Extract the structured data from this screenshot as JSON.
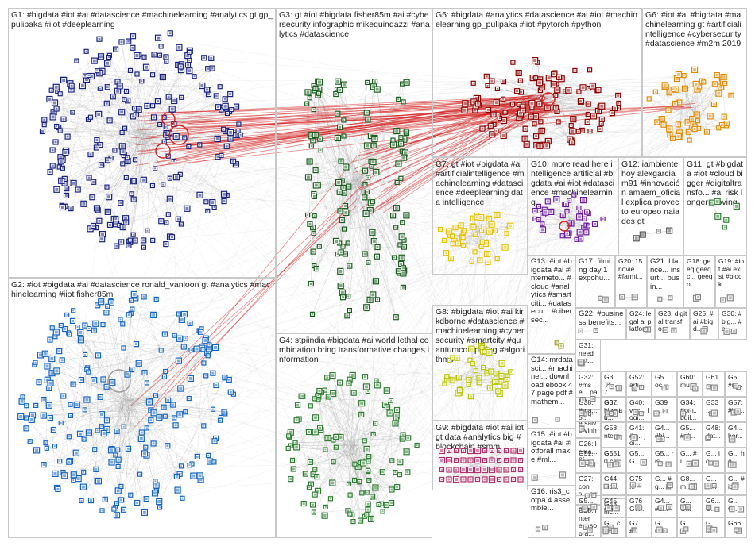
{
  "graph": {
    "background": "#ffffff",
    "edge_colors": {
      "intra": "#9a9a9a",
      "inter": "#d42020"
    },
    "groups": [
      {
        "id": "G1",
        "label": "G1: #bigdata #iot #ai #datascience #machinelearning #analytics gt gp_pulipaka #iiot #deeplearning",
        "color": "#1a237e",
        "density": 260
      },
      {
        "id": "G2",
        "label": "G2: #iot #bigdata #ai #datascience ronald_vanloon gt #analytics #machinelearning #iiot fisher85m",
        "color": "#1565c0",
        "density": 240
      },
      {
        "id": "G3",
        "label": "G3: gt #iot #bigdata fisher85m #ai #cybersecurity infographic mikequindazzi #analytics #datascience",
        "color": "#1b5e20",
        "density": 150
      },
      {
        "id": "G4",
        "label": "G4: stpiindia #bigdata #ai world lethal combination bring transformative changes information",
        "color": "#2e7d32",
        "density": 130
      },
      {
        "id": "G5",
        "label": "G5: #bigdata #analytics #datascience #ai #iot #machinelearning gp_pulipaka #iiot #pytorch #python",
        "color": "#8b0000",
        "density": 120
      },
      {
        "id": "G6",
        "label": "G6: #iot #ai #bigdata #machinelearning gt #artificialintelligence #cybersecurity #datascience #m2m 2019",
        "color": "#e08a00",
        "density": 60
      },
      {
        "id": "G7",
        "label": "G7: gt #iot #bigdata #ai #artificialintelligence #machinelearning #datascience #deeplearning data intelligence",
        "color": "#e6c200",
        "density": 45
      },
      {
        "id": "G8",
        "label": "G8: #bigdata #iot #ai kirkdborne #datascience #machinelearning #cybersecurity #smartcity #quantumcomputing #algorithms",
        "color": "#b8c400",
        "density": 45
      },
      {
        "id": "G9",
        "label": "G9: #bigdata #iot #ai iot gt data #analytics big #blockchain #smm",
        "color": "#b0306a",
        "density": 48
      },
      {
        "id": "G10",
        "label": "G10: more read here intelligence artificial #bigdata #ai #iot #datascience #machinelearning",
        "color": "#6a1b9a",
        "density": 40
      },
      {
        "id": "G11",
        "label": "G11: gt #bigdata #iot #cloud bigger #digitaltransfo... #ai risk longer moving",
        "color": "#2e7d32",
        "density": 6
      },
      {
        "id": "G12",
        "label": "G12: iambiente hoy alexgarciam91 #innovación amaem_oficial explica proyecto europeo naiades gt",
        "color": "#555555",
        "density": 4
      },
      {
        "id": "G13",
        "label": "G13: #iot #bigdata #ai #internetо... #cloud #analytics #smartciti... #datasecu... #cibersec...",
        "color": "#9e9d24",
        "density": 2
      },
      {
        "id": "G14",
        "label": "G14: mrdatasci... #machinel... download ebook 47 page pdf #mathem...",
        "color": "#888888",
        "density": 2
      },
      {
        "id": "G15",
        "label": "G15: #iot #bigdata #ai #iotforall make #ml...",
        "color": "#888888",
        "density": 2
      },
      {
        "id": "G16",
        "label": "G16: ris3_cotpa 4 assemble...",
        "color": "#888888",
        "density": 2
      },
      {
        "id": "G17",
        "label": "G17: filming day 1 expohu...",
        "color": "#888888",
        "density": 2
      },
      {
        "id": "G18",
        "label": "G18: geeq geeqc... geeqo...",
        "color": "#888888",
        "density": 2
      },
      {
        "id": "G19",
        "label": "G19: #iot #ai exist #block...",
        "color": "#888888",
        "density": 2
      },
      {
        "id": "G20",
        "label": "G20: 15 novie... #farmi...",
        "color": "#888888",
        "density": 2
      },
      {
        "id": "G21",
        "label": "G21: l lance... insurt... busin...",
        "color": "#888888",
        "density": 2
      },
      {
        "id": "G22",
        "label": "G22: #business benefits...",
        "color": "#888888",
        "density": 2
      },
      {
        "id": "G23",
        "label": "G23: digital transfo...",
        "color": "#888888",
        "density": 2
      },
      {
        "id": "G24",
        "label": "G24: legal ai platfor...",
        "color": "#888888",
        "density": 2
      },
      {
        "id": "G25",
        "label": "G25: #ai #bigd...",
        "color": "#888888",
        "density": 2
      },
      {
        "id": "G26",
        "label": "G26: lema... et...",
        "color": "#888888",
        "density": 2
      },
      {
        "id": "G27",
        "label": "G27: cons... ntro...",
        "color": "#888888",
        "density": 2
      },
      {
        "id": "G28",
        "label": "G28: intere... sopra...",
        "color": "#888888",
        "density": 2
      },
      {
        "id": "G29",
        "label": "G29: e salve vinho...",
        "color": "#888888",
        "density": 2
      },
      {
        "id": "G30",
        "label": "G30: #big... #ai...",
        "color": "#888888",
        "density": 2
      },
      {
        "id": "G31",
        "label": "G31: need act...",
        "color": "#888888",
        "density": 2
      },
      {
        "id": "G32",
        "label": "G32: #mse... partn...",
        "color": "#888888",
        "density": 2
      },
      {
        "id": "G33",
        "label": "G33 ...",
        "color": "#888888",
        "density": 2
      },
      {
        "id": "G34",
        "label": "G34: #co... buil...",
        "color": "#888888",
        "density": 2
      },
      {
        "id": "G35",
        "label": "G3... ア... 7...",
        "color": "#888888",
        "density": 2
      },
      {
        "id": "G36",
        "label": "G3... big dat...",
        "color": "#888888",
        "density": 2
      },
      {
        "id": "G37",
        "label": "G37: ... octu...",
        "color": "#888888",
        "density": 2
      },
      {
        "id": "G38",
        "label": "G38: #ma... 5...",
        "color": "#888888",
        "density": 2
      },
      {
        "id": "G39",
        "label": "G39 ...",
        "color": "#888888",
        "density": 2
      },
      {
        "id": "G40",
        "label": "G40: vec... logi...",
        "color": "#888888",
        "density": 2
      },
      {
        "id": "G41",
        "label": "G41: #c... joi...",
        "color": "#888888",
        "density": 2
      },
      {
        "id": "G42",
        "label": "G4... #bi...",
        "color": "#888888",
        "density": 2
      },
      {
        "id": "G43",
        "label": "G43: nic...",
        "color": "#888888",
        "density": 2
      },
      {
        "id": "G44",
        "label": "G44: #ic...",
        "color": "#888888",
        "density": 2
      },
      {
        "id": "G45",
        "label": "G45: #ai...",
        "color": "#888888",
        "density": 2
      },
      {
        "id": "G46",
        "label": "G4... hor...",
        "color": "#888888",
        "density": 2
      },
      {
        "id": "G47",
        "label": "G5... #io...",
        "color": "#888888",
        "density": 2
      },
      {
        "id": "G48",
        "label": "G5... acc...",
        "color": "#888888",
        "density": 2
      },
      {
        "id": "G49",
        "label": "G5... ris...",
        "color": "#888888",
        "density": 2
      },
      {
        "id": "G50",
        "label": "G5... loc...",
        "color": "#888888",
        "density": 2
      },
      {
        "id": "G51",
        "label": "G51: co...",
        "color": "#888888",
        "density": 2
      },
      {
        "id": "G52",
        "label": "G52: arti...",
        "color": "#888888",
        "density": 2
      },
      {
        "id": "G53",
        "label": "G5... #ai...",
        "color": "#888888",
        "density": 2
      },
      {
        "id": "G54",
        "label": "G... #i...",
        "color": "#888888",
        "density": 2
      },
      {
        "id": "G55",
        "label": "G55 ...",
        "color": "#888888",
        "density": 2
      },
      {
        "id": "G56",
        "label": "G5... G...",
        "color": "#888888",
        "density": 2
      },
      {
        "id": "G57",
        "label": "G57: #iot...",
        "color": "#888888",
        "density": 2
      },
      {
        "id": "G58",
        "label": "G58: inte...",
        "color": "#888888",
        "density": 2
      },
      {
        "id": "G59",
        "label": "G... 10 cri...",
        "color": "#888888",
        "density": 2
      },
      {
        "id": "G60",
        "label": "G60: mu...",
        "color": "#888888",
        "density": 2
      },
      {
        "id": "G61",
        "label": "G61 ...",
        "color": "#888888",
        "density": 2
      },
      {
        "id": "G62",
        "label": "G4... #b...",
        "color": "#888888",
        "density": 2
      },
      {
        "id": "G63",
        "label": "G... ch...",
        "color": "#888888",
        "density": 2
      },
      {
        "id": "G64",
        "label": "G... #i...",
        "color": "#888888",
        "density": 2
      },
      {
        "id": "G65",
        "label": "G... G...",
        "color": "#888888",
        "density": 2
      },
      {
        "id": "G66",
        "label": "G66 ...",
        "color": "#888888",
        "density": 2
      },
      {
        "id": "G67",
        "label": "G7... #fi...",
        "color": "#888888",
        "density": 2
      },
      {
        "id": "G68",
        "label": "G8... m...",
        "color": "#888888",
        "density": 2
      },
      {
        "id": "G69",
        "label": "G... hо...",
        "color": "#888888",
        "density": 2
      },
      {
        "id": "G70",
        "label": "G... G...",
        "color": "#888888",
        "density": 2
      },
      {
        "id": "G71",
        "label": "G... io...",
        "color": "#888888",
        "density": 2
      },
      {
        "id": "G72",
        "label": "G72 in...",
        "color": "#888888",
        "density": 2
      },
      {
        "id": "G73",
        "label": "G... G...",
        "color": "#888888",
        "density": 2
      },
      {
        "id": "G74",
        "label": "G... G...",
        "color": "#888888",
        "density": 2
      },
      {
        "id": "G75",
        "label": "G75 ...",
        "color": "#888888",
        "density": 2
      },
      {
        "id": "G76",
        "label": "G76 G7...",
        "color": "#888888",
        "density": 2
      },
      {
        "id": "G77",
        "label": "G6... G...",
        "color": "#888888",
        "density": 2
      },
      {
        "id": "G78",
        "label": "G... G...",
        "color": "#888888",
        "density": 2
      },
      {
        "id": "G79",
        "label": "G... #g...",
        "color": "#888888",
        "density": 2
      },
      {
        "id": "G80",
        "label": "G... 5...",
        "color": "#888888",
        "density": 2
      },
      {
        "id": "G81",
        "label": "G... #ic...",
        "color": "#888888",
        "density": 2
      },
      {
        "id": "G82",
        "label": "G48: dat...",
        "color": "#888888",
        "density": 2
      }
    ]
  }
}
